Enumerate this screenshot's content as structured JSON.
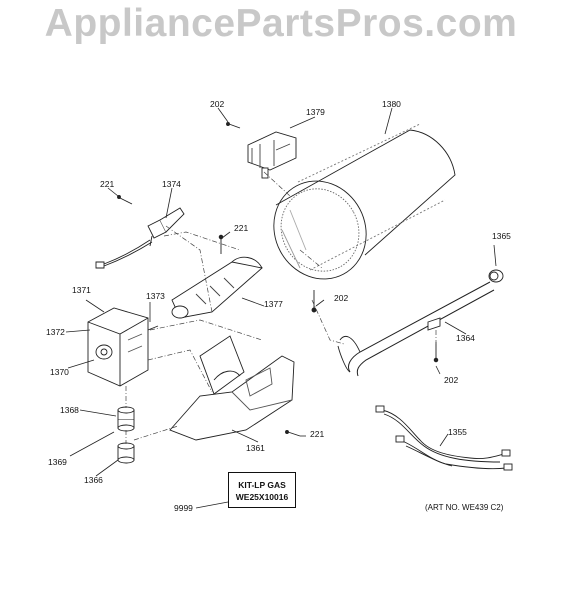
{
  "watermark": "AppliancePartsPros.com",
  "parts": {
    "p202a": "202",
    "p1379": "1379",
    "p1380": "1380",
    "p221a": "221",
    "p1374": "1374",
    "p221b": "221",
    "p1365": "1365",
    "p1371": "1371",
    "p1373": "1373",
    "p1377": "1377",
    "p202b": "202",
    "p1372": "1372",
    "p1364": "1364",
    "p1370": "1370",
    "p202c": "202",
    "p1368": "1368",
    "p221c": "221",
    "p1361": "1361",
    "p1355": "1355",
    "p1369": "1369",
    "p1366": "1366",
    "p9999": "9999"
  },
  "kit": {
    "line1": "KIT-LP GAS",
    "line2": "WE25X10016"
  },
  "art_number": "(ART NO. WE439 C2)"
}
